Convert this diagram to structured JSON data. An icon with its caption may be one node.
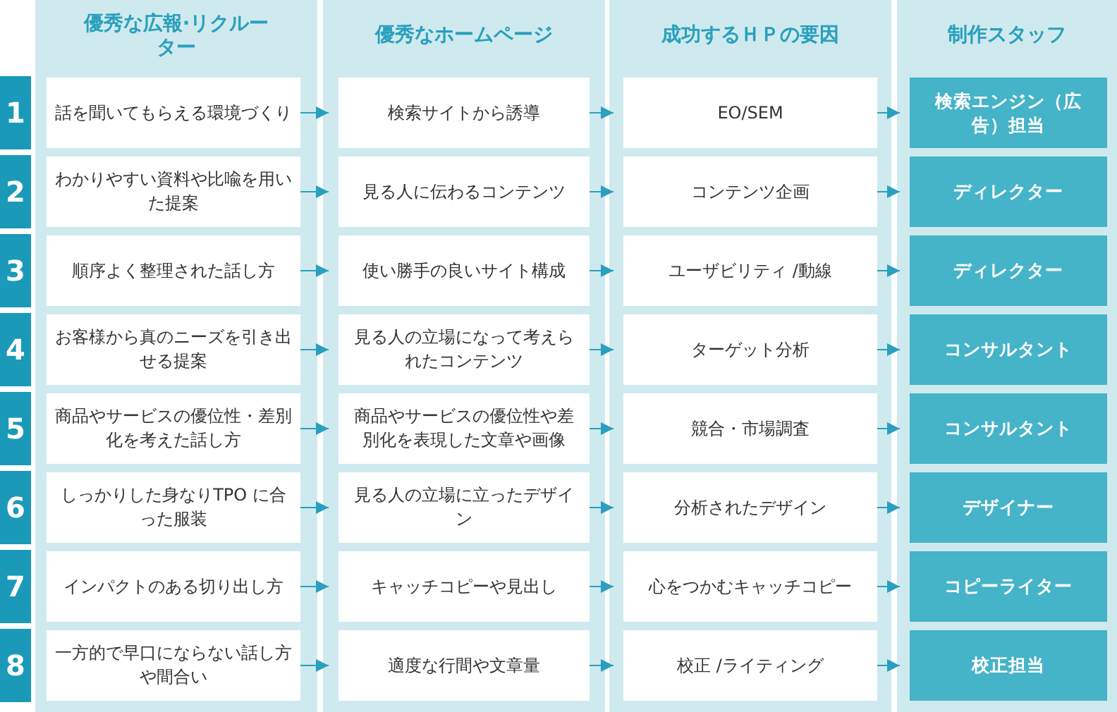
{
  "diagram": {
    "nodes": [
      {
        "text": [
          "1"
        ]
      },
      {
        "text": [
          "2"
        ]
      },
      {
        "text": [
          "3"
        ]
      },
      {
        "text": [
          "4"
        ]
      },
      {
        "text": [
          "5"
        ]
      },
      {
        "text": [
          "6"
        ]
      },
      {
        "text": [
          "7"
        ]
      },
      {
        "text": [
          "8"
        ]
      },
      {
        "text": [
          "優秀な広報·リクルーター"
        ]
      },
      {
        "text": [
          "話を聞いてもらえる環境づくり"
        ],
        "in": 8
      },
      {
        "text": [
          "わかりやすい資料や比喩を用いた提案"
        ],
        "in": 8
      },
      {
        "text": [
          "順序よく整理された話し方"
        ],
        "in": 8
      },
      {
        "text": [
          "お客様から真のニーズを引き出せる提案"
        ],
        "in": 8
      },
      {
        "text": [
          "商品やサービスの優位性・差別化を考えた話し方"
        ],
        "in": 8
      },
      {
        "text": [
          "しっかりした身なりTPO に合った服装"
        ],
        "in": 8
      },
      {
        "text": [
          "インパクトのある切り出し方"
        ],
        "in": 8
      },
      {
        "text": [
          "一方的で早口にならない話し方や間合い"
        ],
        "in": 8
      },
      {
        "text": [
          "優秀なホームページ"
        ]
      },
      {
        "text": [
          "検索サイトから誘導"
        ],
        "in": 17
      },
      {
        "text": [
          "見る人に伝わるコンテンツ"
        ],
        "in": 17
      },
      {
        "text": [
          "使い勝手の良いサイト構成"
        ],
        "in": 17
      },
      {
        "text": [
          "見る人の立場になって考えられたコンテンツ"
        ],
        "in": 17
      },
      {
        "text": [
          "商品やサービスの優位性や差別化を表現した文章や画像"
        ],
        "in": 17
      },
      {
        "text": [
          "見る人の立場に立ったデザイン"
        ],
        "in": 17
      },
      {
        "text": [
          "キャッチコピーや見出し"
        ],
        "in": 17
      },
      {
        "text": [
          "適度な行間や文章量"
        ],
        "in": 17
      },
      {
        "text": [
          "成功するＨＰの要因"
        ]
      },
      {
        "text": [
          "EO/SEM"
        ],
        "in": 26
      },
      {
        "text": [
          "コンテンツ企画"
        ],
        "in": 26
      },
      {
        "text": [
          "ユーザビリティ /動線"
        ],
        "in": 26
      },
      {
        "text": [
          "ターゲット分析"
        ],
        "in": 26
      },
      {
        "text": [
          "競合・市場調査"
        ],
        "in": 26
      },
      {
        "text": [
          "分析されたデザイン"
        ],
        "in": 26
      },
      {
        "text": [
          "心をつかむキャッチコピー"
        ],
        "in": 26
      },
      {
        "text": [
          "校正 /ライティング"
        ],
        "in": 26
      },
      {
        "text": [
          "制作スタッフ"
        ]
      },
      {
        "text": [
          "検索エンジン（広告）担当"
        ],
        "in": 35
      },
      {
        "text": [
          "ディレクター"
        ],
        "in": 35
      },
      {
        "text": [
          "ディレクター"
        ],
        "in": 35
      },
      {
        "text": [
          "コンサルタント"
        ],
        "in": 35
      },
      {
        "text": [
          "コンサルタント"
        ],
        "in": 35
      },
      {
        "text": [
          "デザイナー"
        ],
        "in": 35
      },
      {
        "text": [
          "コピーライター"
        ],
        "in": 35
      },
      {
        "text": [
          "校正担当"
        ],
        "in": 35
      }
    ],
    "edges": [
      {
        "from": 9,
        "to": 18,
        "arrow": "to"
      },
      {
        "from": 18,
        "to": 27,
        "arrow": "to"
      },
      {
        "from": 27,
        "to": 36,
        "arrow": "to"
      },
      {
        "from": 10,
        "to": 19,
        "arrow": "to"
      },
      {
        "from": 19,
        "to": 28,
        "arrow": "to"
      },
      {
        "from": 28,
        "to": 37,
        "arrow": "to"
      },
      {
        "from": 11,
        "to": 20,
        "arrow": "to"
      },
      {
        "from": 20,
        "to": 29,
        "arrow": "to"
      },
      {
        "from": 29,
        "to": 38,
        "arrow": "to"
      },
      {
        "from": 12,
        "to": 21,
        "arrow": "to"
      },
      {
        "from": 21,
        "to": 30,
        "arrow": "to"
      },
      {
        "from": 30,
        "to": 39,
        "arrow": "to"
      },
      {
        "from": 13,
        "to": 22,
        "arrow": "to"
      },
      {
        "from": 22,
        "to": 31,
        "arrow": "to"
      },
      {
        "from": 31,
        "to": 40,
        "arrow": "to"
      },
      {
        "from": 14,
        "to": 23,
        "arrow": "to"
      },
      {
        "from": 23,
        "to": 32,
        "arrow": "to"
      },
      {
        "from": 32,
        "to": 41,
        "arrow": "to"
      },
      {
        "from": 15,
        "to": 24,
        "arrow": "to"
      },
      {
        "from": 24,
        "to": 33,
        "arrow": "to"
      },
      {
        "from": 33,
        "to": 42,
        "arrow": "to"
      },
      {
        "from": 16,
        "to": 25,
        "arrow": "to"
      },
      {
        "from": 25,
        "to": 34,
        "arrow": "to"
      },
      {
        "from": 34,
        "to": 43,
        "arrow": "to"
      }
    ]
  }
}
